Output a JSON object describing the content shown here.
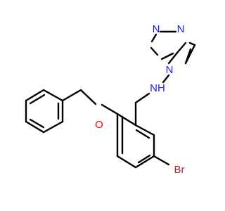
{
  "molecule": {
    "atoms": {
      "n_triazole_top_left": {
        "text": "N",
        "color": "#1a1aff"
      },
      "n_triazole_top_right": {
        "text": "N",
        "color": "#1a1aff"
      },
      "n_triazole_bottom": {
        "text": "N",
        "color": "#1a1aff"
      },
      "nh_amine": {
        "text": "NH",
        "color": "#1a1aff"
      },
      "o_ether": {
        "text": "O",
        "color": "#ff0000"
      },
      "br": {
        "text": "Br",
        "color": "#a52a2a"
      }
    }
  }
}
